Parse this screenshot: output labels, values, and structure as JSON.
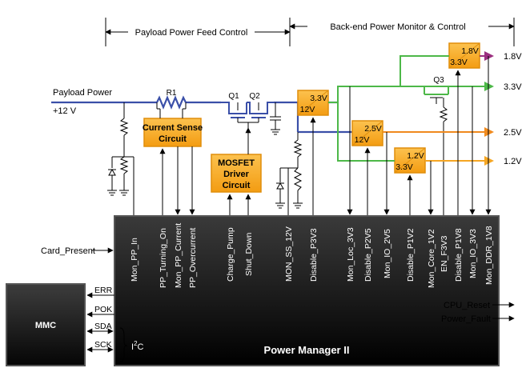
{
  "sections": {
    "payload_feed": "Payload Power Feed Control",
    "backend": "Back-end Power Monitor & Control"
  },
  "input": {
    "label": "Payload Power",
    "voltage": "+12 V"
  },
  "components": {
    "r1": "R1",
    "q1": "Q1",
    "q2": "Q2",
    "q3": "Q3",
    "current_sense": [
      "Current Sense",
      "Circuit"
    ],
    "mosfet_driver": [
      "MOSFET",
      "Driver",
      "Circuit"
    ]
  },
  "converters": [
    {
      "top": "3.3V",
      "bottom": "12V"
    },
    {
      "top": "2.5V",
      "bottom": "12V"
    },
    {
      "top": "1.2V",
      "bottom": "3.3V"
    },
    {
      "top": "1.8V",
      "bottom": "3.3V"
    }
  ],
  "outputs": [
    "1.8V",
    "3.3V",
    "2.5V",
    "1.2V"
  ],
  "power_manager": {
    "title": "Power Manager II",
    "left_signal": "Card_Present",
    "signals": [
      "Mon_PP_In",
      "PP_Turning_On",
      "Mon_PP_Current",
      "PP_Overcurrent",
      "Charge_Pump",
      "Shut_Down",
      "MON_SS_12V",
      "Disable_P3V3",
      "Mon_Loc_3V3",
      "Disable_P2V5",
      "Mon_IO_2V5",
      "Disable_P1V2",
      "Mon_Core_1V2",
      "EN_F3V3",
      "Disable_P1V8",
      "Mon_IO_3V3",
      "Mon_DDR_1V8"
    ],
    "right_outputs": [
      "CPU_Reset",
      "Power_Fault"
    ]
  },
  "mmc": {
    "label": "MMC",
    "signals": [
      "ERR",
      "POK",
      "SDA",
      "SCK"
    ],
    "bus_label": "I",
    "bus_sup": "2",
    "bus_suffix": "C"
  },
  "colors": {
    "blue": "#3a4fa8",
    "green": "#4db848",
    "orange": "#f08a1e",
    "orange_light": "#f5a623",
    "purple": "#9b2f7f",
    "box_fill": "#f9b233",
    "box_stroke": "#e08e0b"
  }
}
